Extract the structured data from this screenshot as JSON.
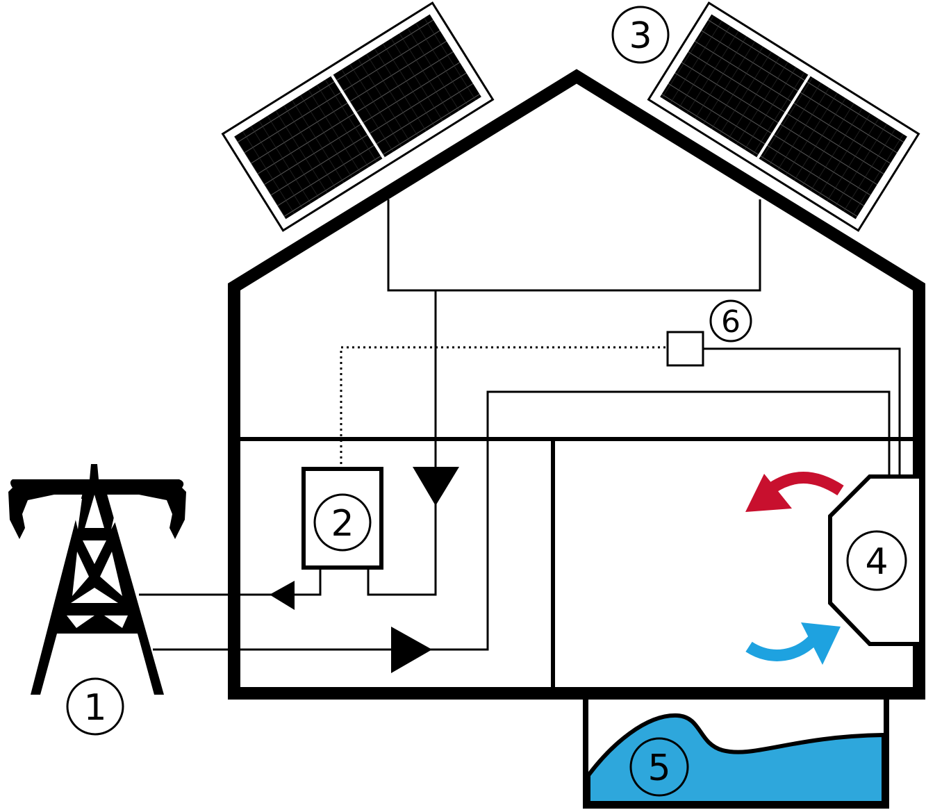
{
  "labels": {
    "grid": "1",
    "meter": "2",
    "solar": "3",
    "heat_pump": "4",
    "pool": "5",
    "controller": "6"
  },
  "colors": {
    "line": "#000000",
    "water": "#2ea7dc",
    "warm_arrow": "#c8102e",
    "cool_arrow": "#1ea2e0",
    "panel_grid": "#5a5a5a"
  }
}
